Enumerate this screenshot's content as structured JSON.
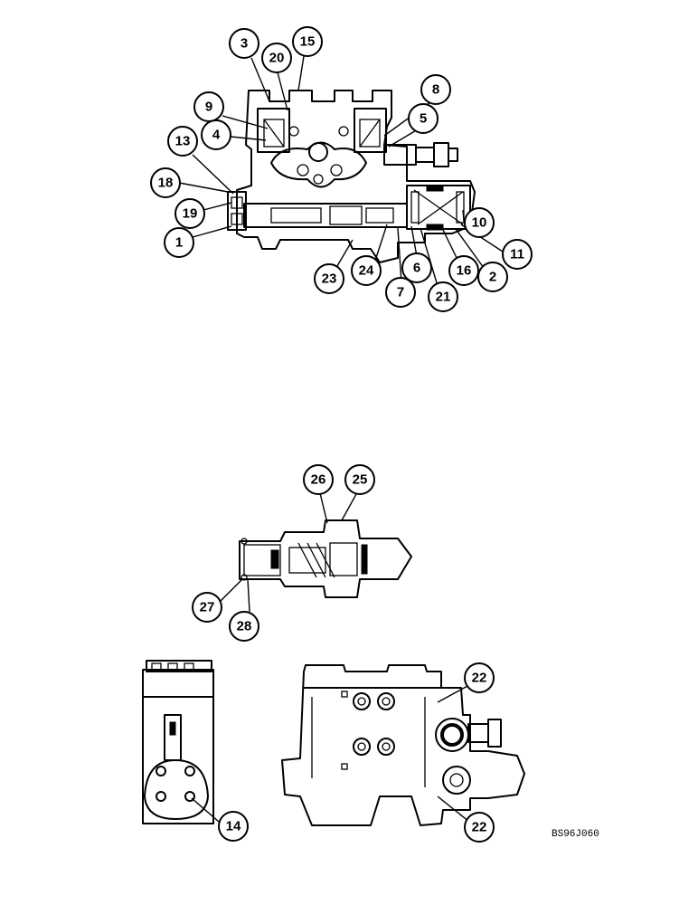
{
  "figure": {
    "document_code": "BS96J060"
  },
  "callouts": [
    {
      "label": "3"
    },
    {
      "label": "15"
    },
    {
      "label": "20"
    },
    {
      "label": "8"
    },
    {
      "label": "9"
    },
    {
      "label": "5"
    },
    {
      "label": "4"
    },
    {
      "label": "13"
    },
    {
      "label": "18"
    },
    {
      "label": "19"
    },
    {
      "label": "1"
    },
    {
      "label": "10"
    },
    {
      "label": "11"
    },
    {
      "label": "2"
    },
    {
      "label": "16"
    },
    {
      "label": "6"
    },
    {
      "label": "24"
    },
    {
      "label": "23"
    },
    {
      "label": "7"
    },
    {
      "label": "21"
    },
    {
      "label": "26"
    },
    {
      "label": "25"
    },
    {
      "label": "27"
    },
    {
      "label": "28"
    },
    {
      "label": "22"
    },
    {
      "label": "14"
    },
    {
      "label": "22"
    }
  ],
  "views": [
    {
      "name": "valve-cross-section-view"
    },
    {
      "name": "relief-valve-cartridge-view"
    },
    {
      "name": "valve-side-view"
    },
    {
      "name": "valve-front-view"
    }
  ]
}
